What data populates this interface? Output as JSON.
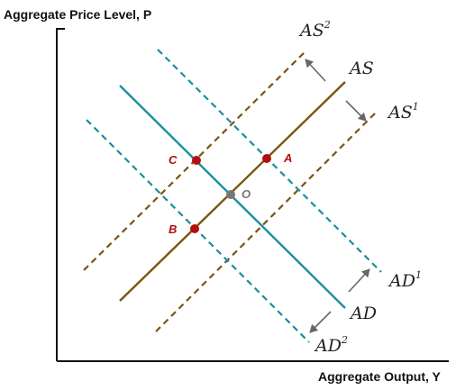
{
  "axes": {
    "y_title": "Aggregate Price Level, P",
    "x_title": "Aggregate Output, Y"
  },
  "colors": {
    "as": "#7a5510",
    "ad": "#1a8ea0",
    "point_red": "#b40f0f",
    "point_gray": "#777777",
    "arrow": "#666666"
  },
  "curves": {
    "as": {
      "label": "AS",
      "sup": ""
    },
    "as1": {
      "label": "AS",
      "sup": "1"
    },
    "as2": {
      "label": "AS",
      "sup": "2"
    },
    "ad": {
      "label": "AD",
      "sup": ""
    },
    "ad1": {
      "label": "AD",
      "sup": "1"
    },
    "ad2": {
      "label": "AD",
      "sup": "2"
    }
  },
  "points": {
    "a": "A",
    "b": "B",
    "c": "C",
    "o": "O"
  }
}
